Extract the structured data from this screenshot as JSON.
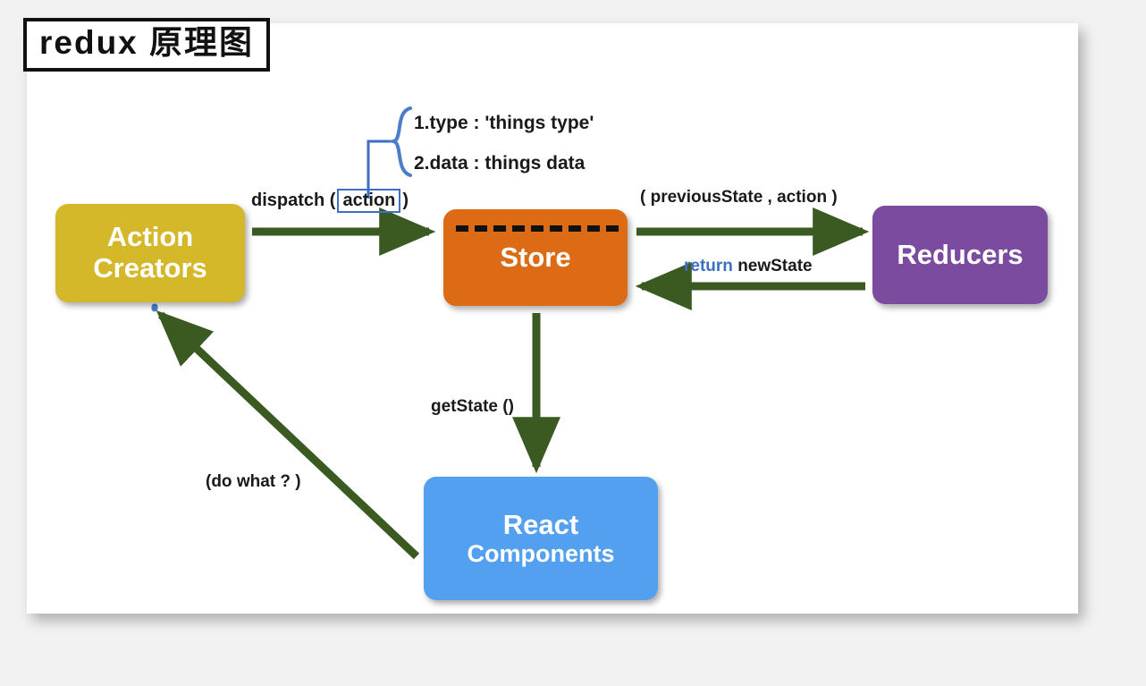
{
  "diagram": {
    "title": "redux 原理图",
    "nodes": [
      {
        "id": "action-creators",
        "label_line1": "Action",
        "label_line2": "Creators",
        "color": "#d4b829"
      },
      {
        "id": "store",
        "label": "Store",
        "color": "#dd6b16"
      },
      {
        "id": "reducers",
        "label": "Reducers",
        "color": "#7b4ba0"
      },
      {
        "id": "react-components",
        "label_line1": "React",
        "label_line2": "Components",
        "color": "#54a0f0"
      }
    ],
    "labels": {
      "dispatch_prefix": "dispatch (",
      "dispatch_arg": "action",
      "dispatch_suffix": ")",
      "previous_state": "( previousState , action )",
      "return_keyword": "return",
      "return_value": "newState",
      "get_state": "getState ()",
      "do_what": "(do what ? )"
    },
    "brace_notes": [
      "1.type : 'things type'",
      "2.data :  things data"
    ],
    "colors": {
      "arrow_green": "#3a5a22",
      "accent_blue": "#3d6fc4",
      "dotted_blue": "#4a7ec8",
      "text_dark": "#1a1a1a",
      "card_background": "#ffffff",
      "page_background": "#f2f2f2"
    }
  }
}
